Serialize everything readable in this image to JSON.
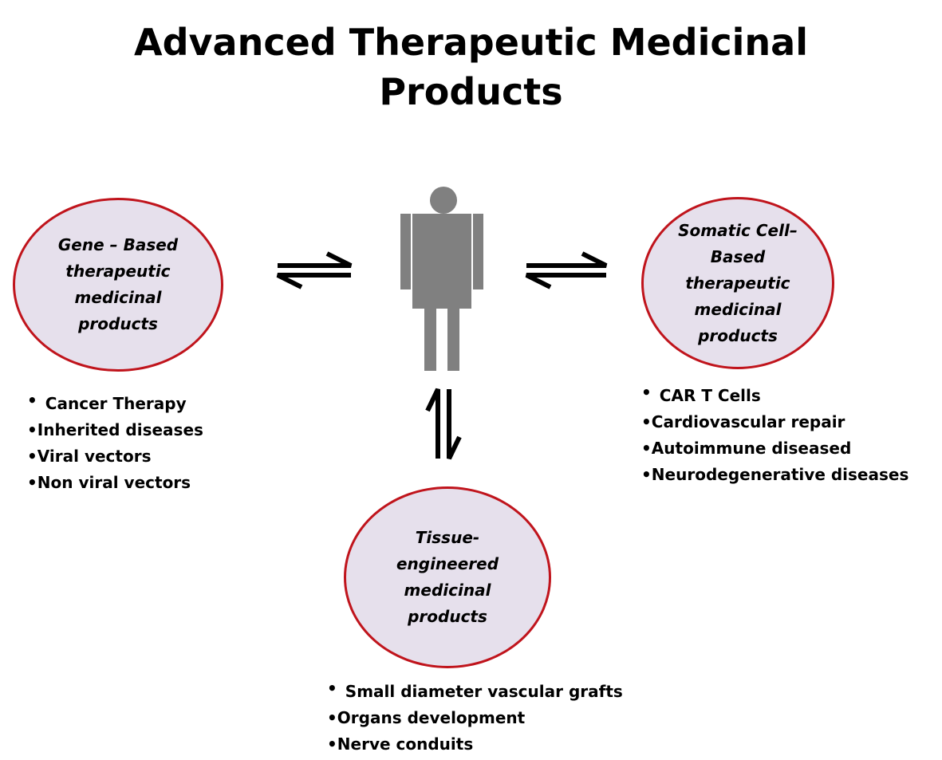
{
  "title": [
    "Advanced Therapeutic Medicinal",
    "Products"
  ],
  "nodes": {
    "gene": {
      "label": [
        "Gene – Based",
        "therapeutic",
        "medicinal",
        "products"
      ]
    },
    "somatic": {
      "label": [
        "Somatic Cell–",
        "Based",
        "therapeutic",
        "medicinal",
        "products"
      ]
    },
    "tissue": {
      "label": [
        "Tissue-",
        "engineered",
        "medicinal",
        "products"
      ]
    }
  },
  "lists": {
    "gene": [
      "Cancer Therapy",
      "Inherited diseases",
      "Viral vectors",
      "Non viral vectors"
    ],
    "somatic": [
      "CAR T Cells",
      "Cardiovascular repair",
      "Autoimmune diseased",
      "Neurodegenerative diseases"
    ],
    "tissue": [
      "Small diameter vascular grafts",
      "Organs development",
      "Nerve conduits"
    ]
  },
  "colors": {
    "ellipse_border": "#c0141c",
    "ellipse_fill": "#e6e0ec",
    "figure": "#808080"
  },
  "icons": {
    "person": "person-silhouette-icon",
    "arrows": "reversible-arrows-icon"
  }
}
